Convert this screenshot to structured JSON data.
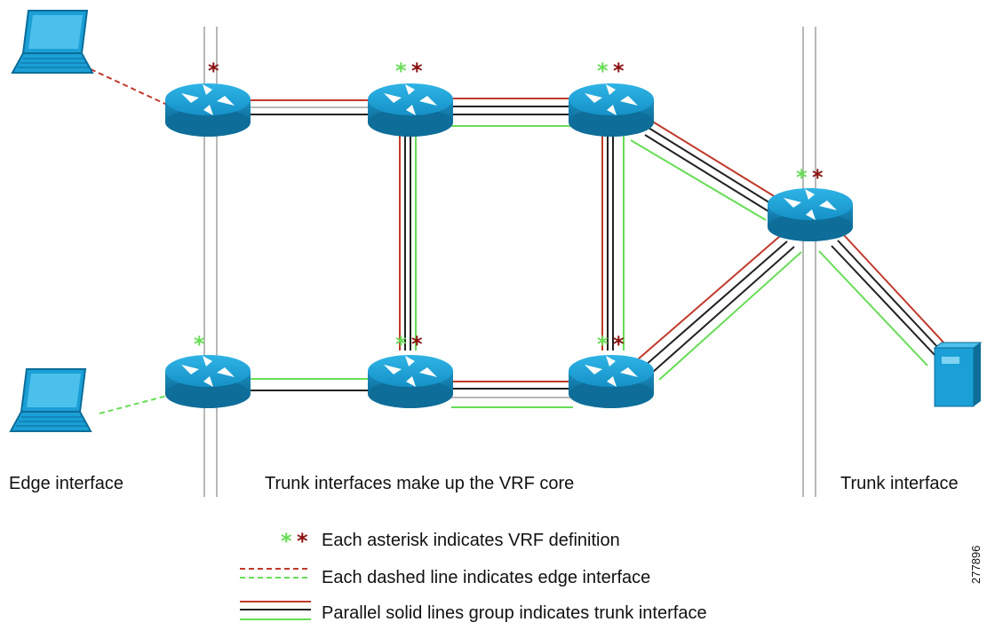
{
  "labels": {
    "edge_interface": "Edge interface",
    "trunk_core": "Trunk interfaces make up the VRF core",
    "trunk_interface": "Trunk interface"
  },
  "legend": {
    "asterisk": "Each asterisk indicates VRF definition",
    "dashed": "Each dashed line indicates edge interface",
    "solid": "Parallel solid lines group indicates trunk interface"
  },
  "figure_id": "277896",
  "colors": {
    "red": "#c0392b",
    "green": "#66dd55",
    "dark_red_star": "#8b1010",
    "black": "#222222",
    "gray": "#b8b8b8",
    "router": "#1a9fd6"
  },
  "icons": {
    "router": "router-icon",
    "laptop": "laptop-icon",
    "server": "server-icon",
    "asterisk": "asterisk-icon"
  }
}
